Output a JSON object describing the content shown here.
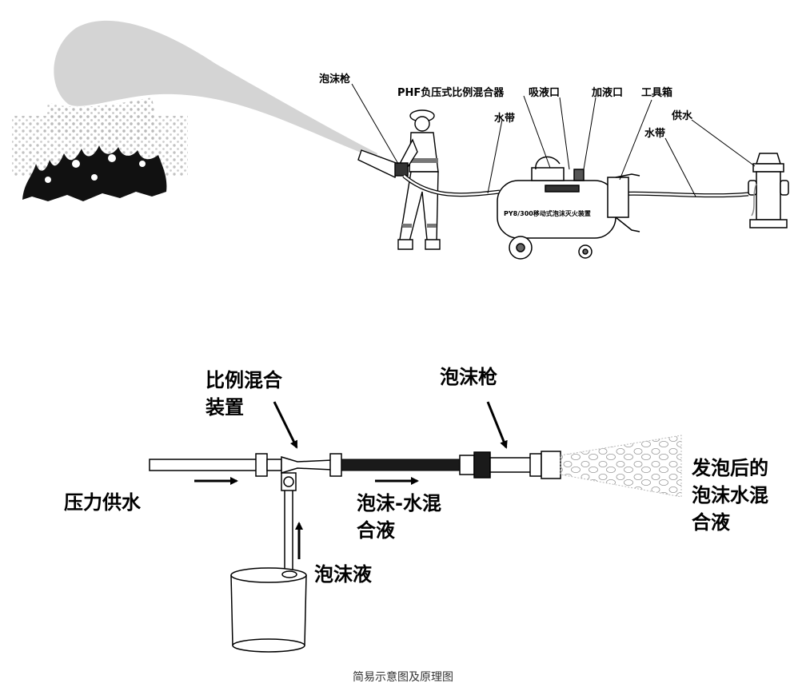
{
  "top_diagram": {
    "labels": {
      "foam_gun": "泡沫枪",
      "proportioner": "PHF负压式比例混合器",
      "suction_port": "吸液口",
      "fill_port": "加液口",
      "toolbox": "工具箱",
      "hose_left": "水带",
      "water_supply": "供水",
      "hose_right": "水带"
    },
    "device_plate": "PY8/300移动式泡沫灭火装置"
  },
  "bottom_diagram": {
    "labels": {
      "proportioning_device": [
        "比例混合",
        "装置"
      ],
      "foam_gun": "泡沫枪",
      "pressure_water": "压力供水",
      "foam_water_mix": [
        "泡沫-水混",
        "合液"
      ],
      "foam_concentrate": "泡沫液",
      "expanded_foam": [
        "发泡后的",
        "泡沫水混",
        "合液"
      ]
    }
  },
  "caption": "简易示意图及原理图"
}
